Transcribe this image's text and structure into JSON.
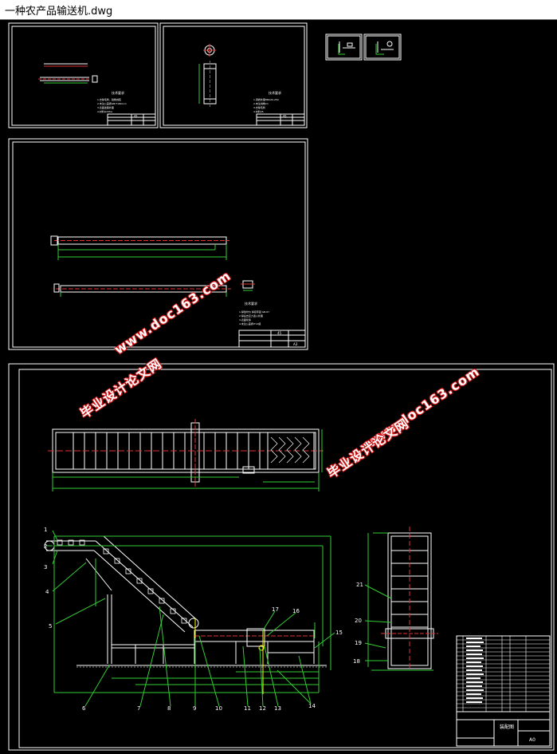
{
  "window": {
    "title": "一种农产品输送机.dwg"
  },
  "watermarks": {
    "site": "www.doc163.com",
    "name": "毕业设计论文网"
  },
  "sheet_small_1": {
    "notes_title": "技术要求",
    "notes": [
      "1.去除毛刺、锐角倒钝",
      "2.未注公差按GB/T1804-m",
      "3.表面发黑处理",
      "4.材料Q235A"
    ],
    "table_cells": [
      "45",
      "",
      ""
    ]
  },
  "sheet_small_2": {
    "notes_title": "技术要求",
    "notes": [
      "1.调质处理HB220-250",
      "2.未注倒角C1",
      "3.去除毛刺",
      "4.材料45"
    ],
    "table_cells": [
      "45",
      "",
      ""
    ]
  },
  "sheet_long": {
    "notes_title": "技术要求",
    "notes": [
      "1.焊缝均匀 焊接牢固 GB-67",
      "2.焊后去应力退火处理",
      "3.表面喷漆",
      "4.未注公差按IT13级"
    ],
    "table_cells": [
      "45",
      "",
      "A3"
    ]
  },
  "assembly": {
    "callouts": [
      "1",
      "2",
      "3",
      "4",
      "5",
      "6",
      "7",
      "8",
      "9",
      "10",
      "11",
      "12",
      "13",
      "14",
      "15",
      "16",
      "17",
      "18",
      "19",
      "20",
      "21"
    ],
    "title_block": {
      "title": "装配图",
      "format": "A0",
      "company": ""
    }
  }
}
